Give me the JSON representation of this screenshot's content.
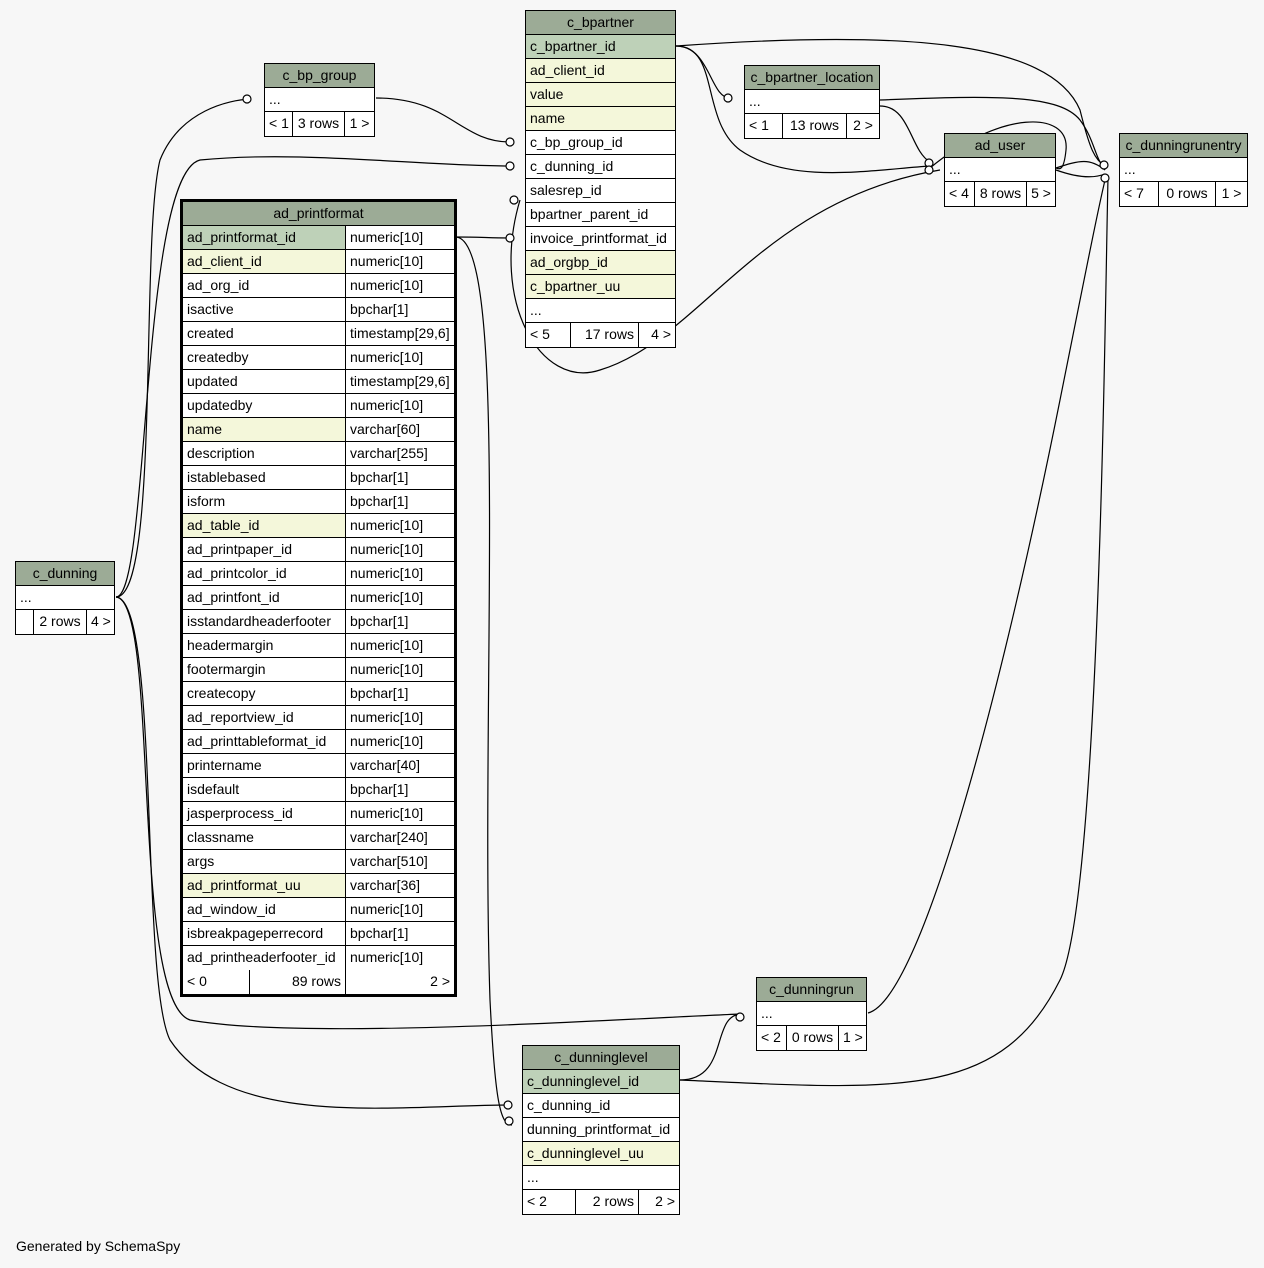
{
  "tables": {
    "c_bpartner": {
      "name": "c_bpartner",
      "columns": [
        "c_bpartner_id",
        "ad_client_id",
        "value",
        "name",
        "c_bp_group_id",
        "c_dunning_id",
        "salesrep_id",
        "bpartner_parent_id",
        "invoice_printformat_id",
        "ad_orgbp_id",
        "c_bpartner_uu",
        "..."
      ],
      "footer": {
        "left": "< 5",
        "rows": "17 rows",
        "right": "4 >"
      }
    },
    "c_bp_group": {
      "name": "c_bp_group",
      "columns": [
        "..."
      ],
      "footer": {
        "left": "< 1",
        "rows": "3 rows",
        "right": "1 >"
      }
    },
    "c_bpartner_location": {
      "name": "c_bpartner_location",
      "columns": [
        "..."
      ],
      "footer": {
        "left": "< 1",
        "rows": "13 rows",
        "right": "2 >"
      }
    },
    "ad_user": {
      "name": "ad_user",
      "columns": [
        "..."
      ],
      "footer": {
        "left": "< 4",
        "rows": "8 rows",
        "right": "5 >"
      }
    },
    "c_dunningrunentry": {
      "name": "c_dunningrunentry",
      "columns": [
        "..."
      ],
      "footer": {
        "left": "< 7",
        "rows": "0 rows",
        "right": "1 >"
      }
    },
    "c_dunning": {
      "name": "c_dunning",
      "columns": [
        "..."
      ],
      "footer": {
        "left": "",
        "rows": "2 rows",
        "right": "4 >"
      }
    },
    "c_dunningrun": {
      "name": "c_dunningrun",
      "columns": [
        "..."
      ],
      "footer": {
        "left": "< 2",
        "rows": "0 rows",
        "right": "1 >"
      }
    },
    "c_dunninglevel": {
      "name": "c_dunninglevel",
      "columns": [
        "c_dunninglevel_id",
        "c_dunning_id",
        "dunning_printformat_id",
        "c_dunninglevel_uu",
        "..."
      ],
      "footer": {
        "left": "< 2",
        "rows": "2 rows",
        "right": "2 >"
      }
    },
    "ad_printformat": {
      "name": "ad_printformat",
      "columns": [
        {
          "name": "ad_printformat_id",
          "type": "numeric[10]"
        },
        {
          "name": "ad_client_id",
          "type": "numeric[10]"
        },
        {
          "name": "ad_org_id",
          "type": "numeric[10]"
        },
        {
          "name": "isactive",
          "type": "bpchar[1]"
        },
        {
          "name": "created",
          "type": "timestamp[29,6]"
        },
        {
          "name": "createdby",
          "type": "numeric[10]"
        },
        {
          "name": "updated",
          "type": "timestamp[29,6]"
        },
        {
          "name": "updatedby",
          "type": "numeric[10]"
        },
        {
          "name": "name",
          "type": "varchar[60]"
        },
        {
          "name": "description",
          "type": "varchar[255]"
        },
        {
          "name": "istablebased",
          "type": "bpchar[1]"
        },
        {
          "name": "isform",
          "type": "bpchar[1]"
        },
        {
          "name": "ad_table_id",
          "type": "numeric[10]"
        },
        {
          "name": "ad_printpaper_id",
          "type": "numeric[10]"
        },
        {
          "name": "ad_printcolor_id",
          "type": "numeric[10]"
        },
        {
          "name": "ad_printfont_id",
          "type": "numeric[10]"
        },
        {
          "name": "isstandardheaderfooter",
          "type": "bpchar[1]"
        },
        {
          "name": "headermargin",
          "type": "numeric[10]"
        },
        {
          "name": "footermargin",
          "type": "numeric[10]"
        },
        {
          "name": "createcopy",
          "type": "bpchar[1]"
        },
        {
          "name": "ad_reportview_id",
          "type": "numeric[10]"
        },
        {
          "name": "ad_printtableformat_id",
          "type": "numeric[10]"
        },
        {
          "name": "printername",
          "type": "varchar[40]"
        },
        {
          "name": "isdefault",
          "type": "bpchar[1]"
        },
        {
          "name": "jasperprocess_id",
          "type": "numeric[10]"
        },
        {
          "name": "classname",
          "type": "varchar[240]"
        },
        {
          "name": "args",
          "type": "varchar[510]"
        },
        {
          "name": "ad_printformat_uu",
          "type": "varchar[36]"
        },
        {
          "name": "ad_window_id",
          "type": "numeric[10]"
        },
        {
          "name": "isbreakpageperrecord",
          "type": "bpchar[1]"
        },
        {
          "name": "ad_printheaderfooter_id",
          "type": "numeric[10]"
        }
      ],
      "footer": {
        "left": "< 0",
        "rows": "89 rows",
        "right": "2 >"
      }
    }
  },
  "footer_note": "Generated by SchemaSpy",
  "colors": {
    "header": "#9cab96",
    "primary_key": "#bed1b8",
    "indexed": "#f4f7da",
    "background": "#f7f7f7"
  }
}
